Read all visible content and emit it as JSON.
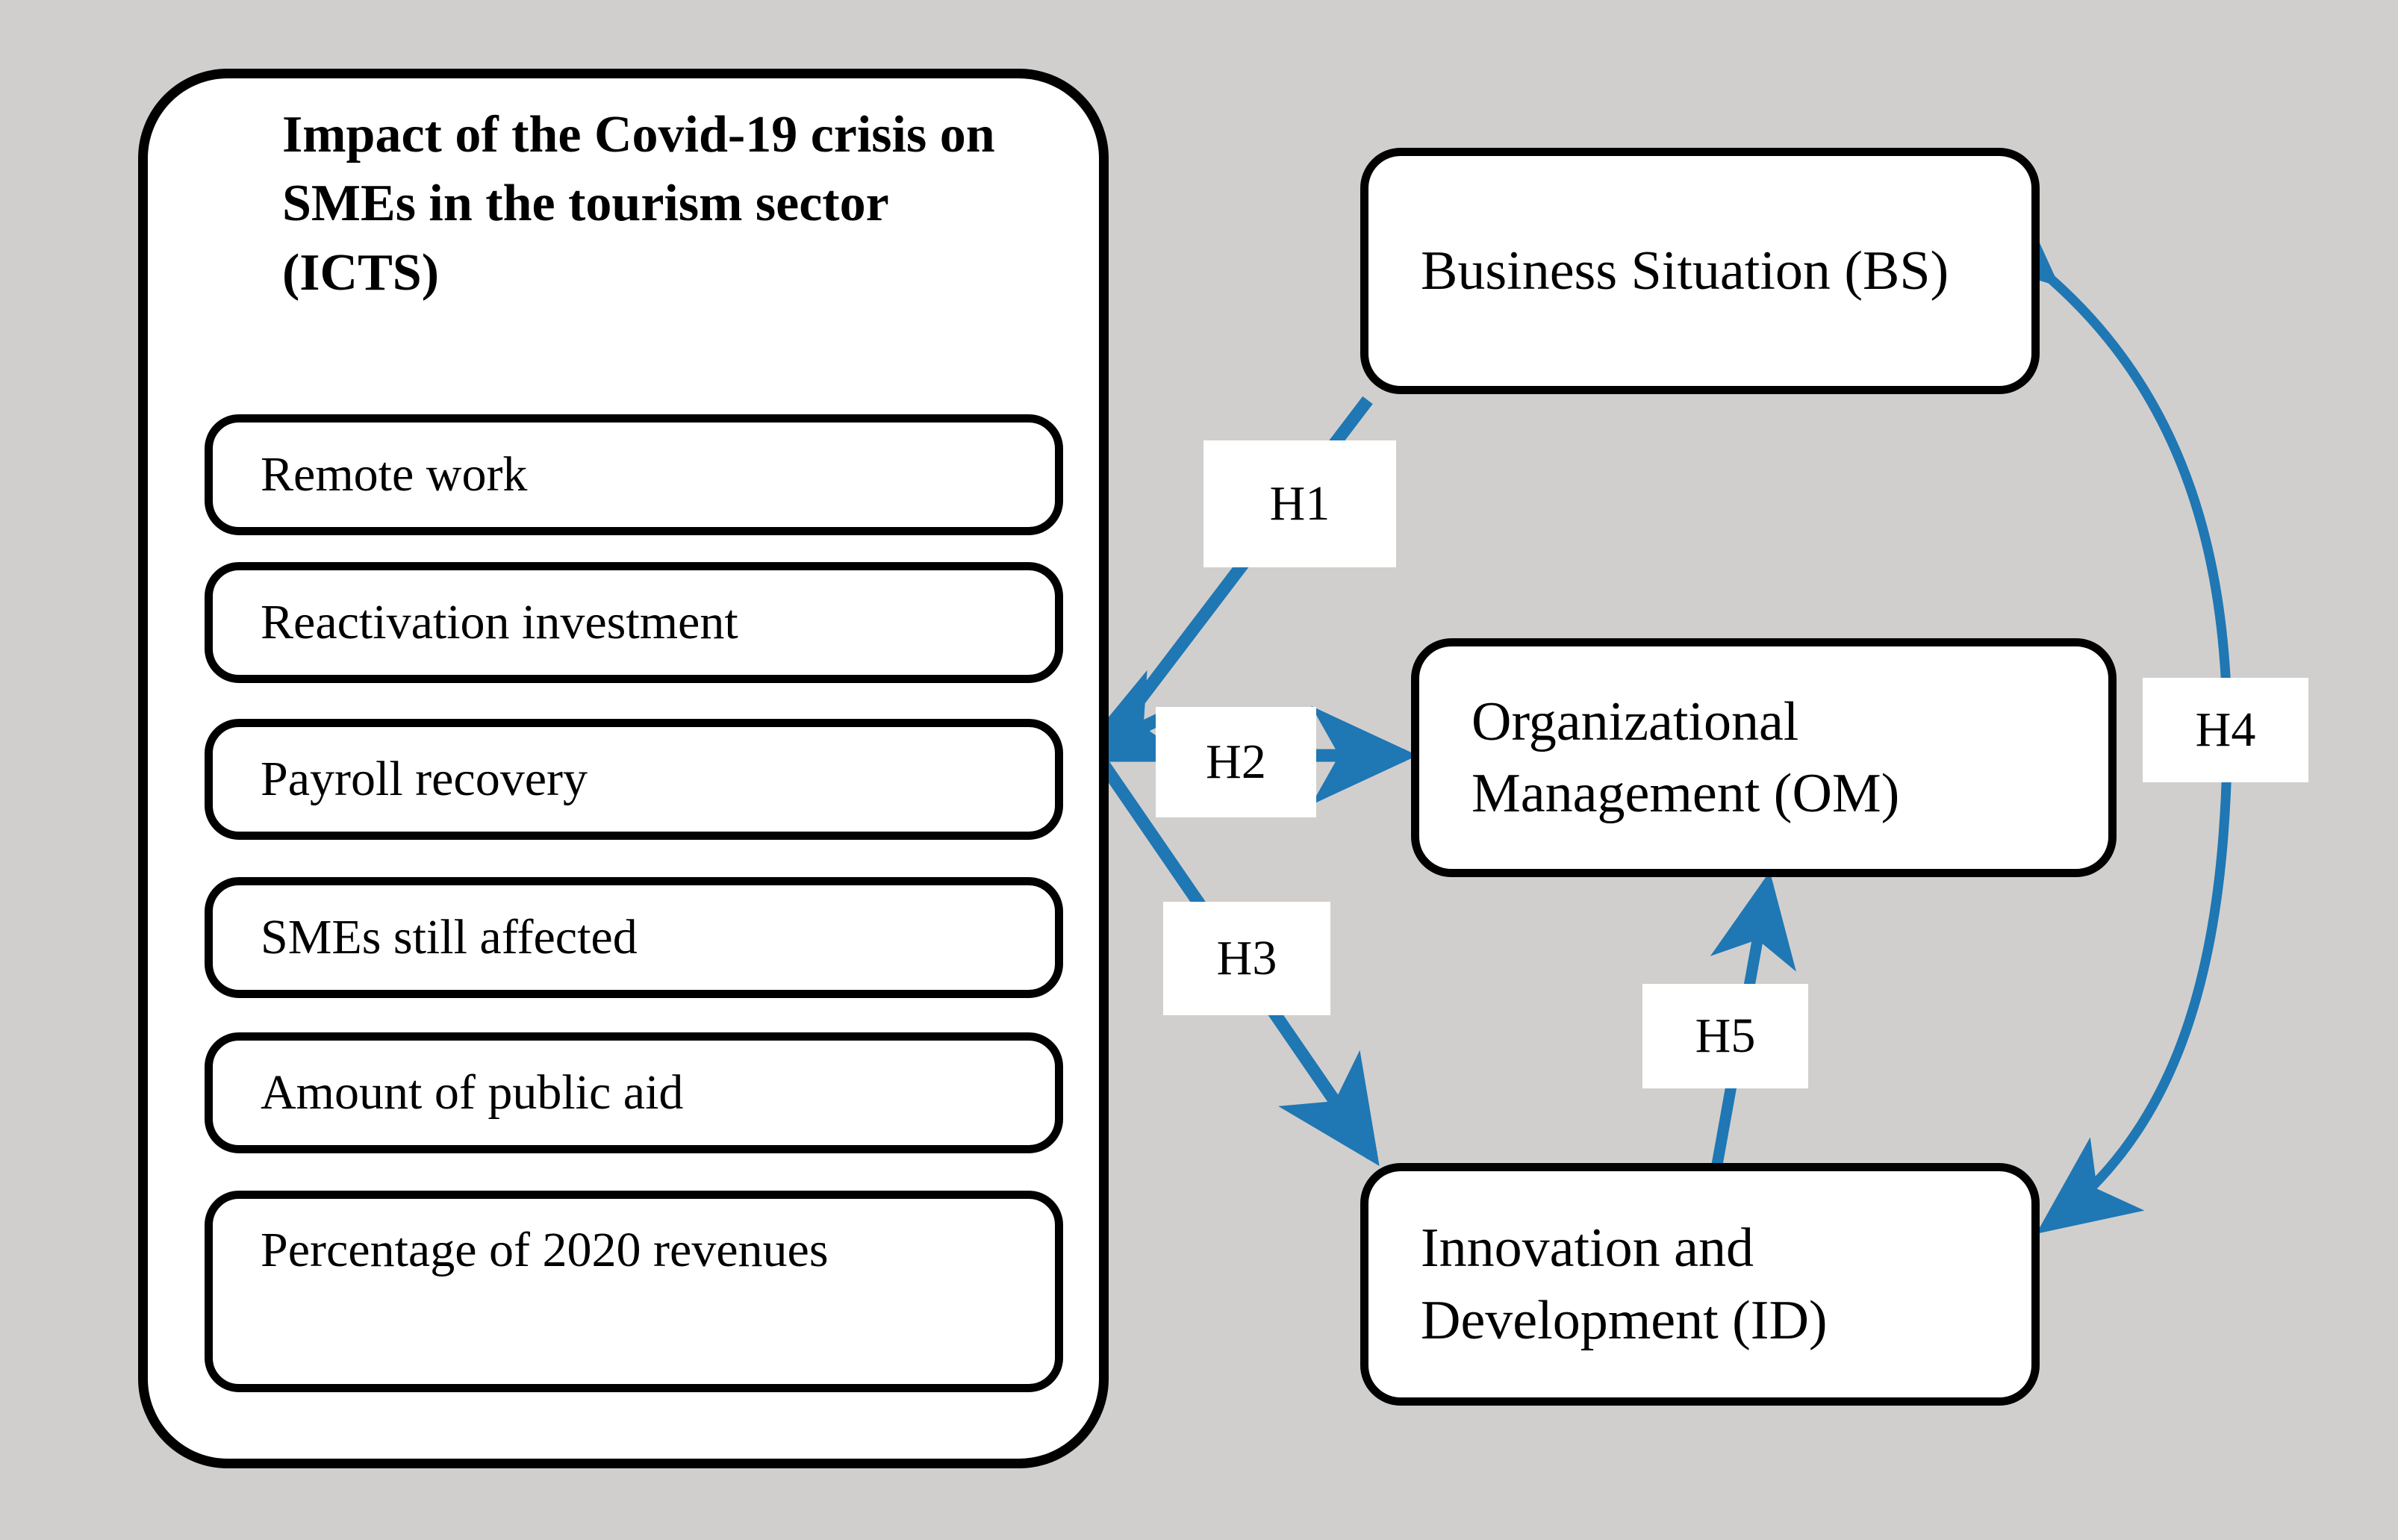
{
  "diagram": {
    "background_color": "#d1cfcd",
    "arrow_color": "#1f77b4",
    "node_border_color": "#000000",
    "node_fill_color": "#ffffff",
    "title": "Impact of the Covid-19 crisis on SMEs in the tourism sector (ICTS)"
  },
  "icts": {
    "title": "Impact of the Covid-19 crisis on SMEs in the tourism sector (ICTS)",
    "items": [
      {
        "label": "Remote work"
      },
      {
        "label": "Reactivation investment"
      },
      {
        "label": "Payroll recovery"
      },
      {
        "label": "SMEs still affected"
      },
      {
        "label": "Amount of public aid"
      },
      {
        "label": "Percentage of 2020 revenues"
      }
    ]
  },
  "outcomes": {
    "bs": {
      "label": "Business Situation (BS)",
      "abbr": "BS"
    },
    "om": {
      "label": "Organizational Management (OM)",
      "abbr": "OM"
    },
    "id": {
      "label": "Innovation and Development (ID)",
      "abbr": "ID"
    }
  },
  "hypotheses": [
    {
      "id": "H1",
      "label": "H1",
      "from": "ICTS",
      "to": "Business Situation (BS)",
      "arrow": "single"
    },
    {
      "id": "H2",
      "label": "H2",
      "from": "ICTS",
      "to": "Organizational Management (OM)",
      "arrow": "single"
    },
    {
      "id": "H3",
      "label": "H3",
      "from": "ICTS",
      "to": "Innovation and Development (ID)",
      "arrow": "single"
    },
    {
      "id": "H4",
      "label": "H4",
      "from": "Business Situation (BS)",
      "to": "Innovation and Development (ID)",
      "arrow": "double"
    },
    {
      "id": "H5",
      "label": "H5",
      "from": "Innovation and Development (ID)",
      "to": "Organizational Management (OM)",
      "arrow": "single"
    }
  ]
}
